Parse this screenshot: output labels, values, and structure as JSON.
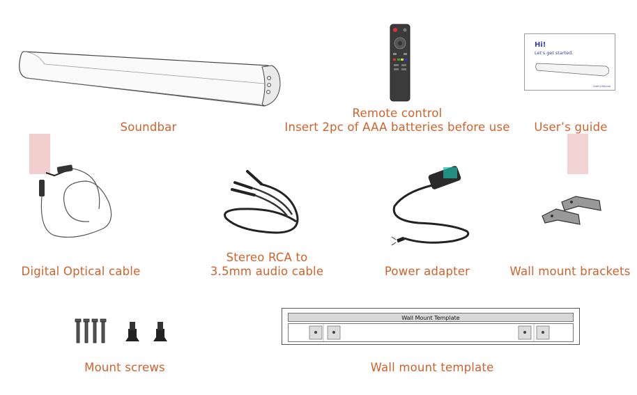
{
  "items": {
    "soundbar": "Soundbar",
    "remote": {
      "line1": "Remote control",
      "line2": "Insert 2pc of AAA batteries before use"
    },
    "user_guide": "User’s guide",
    "optical": "Digital Optical cable",
    "rca": {
      "line1": "Stereo RCA to",
      "line2": "3.5mm audio cable"
    },
    "power": "Power adapter",
    "brackets": "Wall mount brackets",
    "screws": "Mount screws",
    "template": "Wall mount template"
  },
  "guide": {
    "hi": "Hi!",
    "subtitle": "Let's get started.",
    "footer": "User's Manual"
  },
  "template_card": {
    "title": "Wall Mount Template"
  },
  "colors": {
    "label": "#d0622b",
    "guide_text": "#3b3f9e"
  }
}
